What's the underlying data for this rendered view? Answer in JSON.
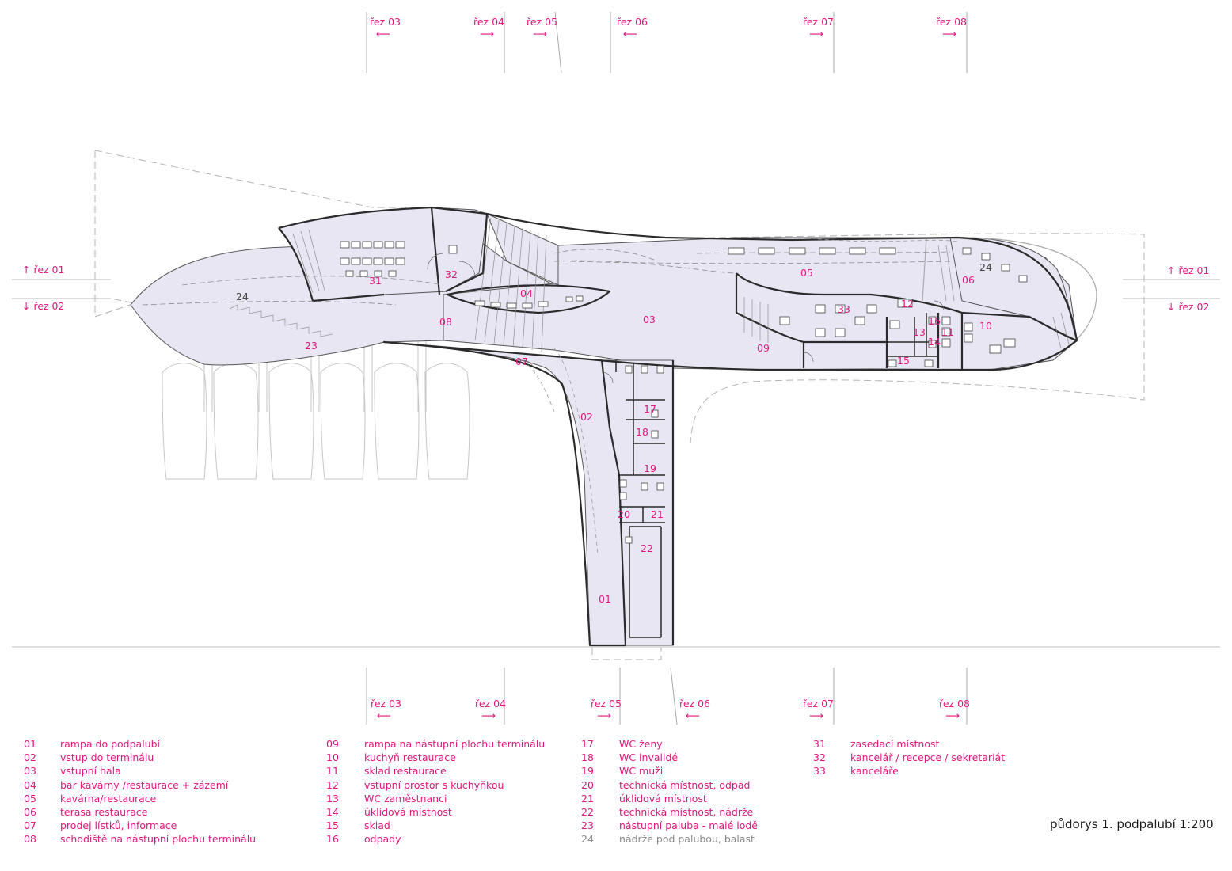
{
  "section_markers": [
    {
      "id": "rez01_left",
      "label": "řez 01",
      "arrow": "up"
    },
    {
      "id": "rez02_left",
      "label": "řez 02",
      "arrow": "down"
    },
    {
      "id": "rez01_right",
      "label": "řez 01",
      "arrow": "up"
    },
    {
      "id": "rez02_right",
      "label": "řez 02",
      "arrow": "down"
    },
    {
      "id": "rez03_top",
      "label": "řez 03",
      "arrow": "left"
    },
    {
      "id": "rez04_top",
      "label": "řez 04",
      "arrow": "right"
    },
    {
      "id": "rez05_top",
      "label": "řez 05",
      "arrow": "right"
    },
    {
      "id": "rez06_top",
      "label": "řez 06",
      "arrow": "left"
    },
    {
      "id": "rez07_top",
      "label": "řez 07",
      "arrow": "right"
    },
    {
      "id": "rez08_top",
      "label": "řez 08",
      "arrow": "right"
    },
    {
      "id": "rez03_bottom",
      "label": "řez 03",
      "arrow": "left"
    },
    {
      "id": "rez04_bottom",
      "label": "řez 04",
      "arrow": "right"
    },
    {
      "id": "rez05_bottom",
      "label": "řez 05",
      "arrow": "right"
    },
    {
      "id": "rez06_bottom",
      "label": "řez 06",
      "arrow": "left"
    },
    {
      "id": "rez07_bottom",
      "label": "řez 07",
      "arrow": "right"
    },
    {
      "id": "rez08_bottom",
      "label": "řez 08",
      "arrow": "right"
    }
  ],
  "room_labels": [
    "01",
    "02",
    "03",
    "04",
    "05",
    "06",
    "07",
    "08",
    "09",
    "10",
    "11",
    "12",
    "13",
    "14",
    "15",
    "16",
    "17",
    "18",
    "19",
    "20",
    "21",
    "22",
    "23",
    "24",
    "24",
    "31",
    "32",
    "33"
  ],
  "legend": [
    [
      {
        "num": "01",
        "text": "rampa do podpalubí"
      },
      {
        "num": "02",
        "text": "vstup do terminálu"
      },
      {
        "num": "03",
        "text": "vstupní hala"
      },
      {
        "num": "04",
        "text": "bar kavárny /restaurace + zázemí"
      },
      {
        "num": "05",
        "text": "kavárna/restaurace"
      },
      {
        "num": "06",
        "text": "terasa restaurace"
      },
      {
        "num": "07",
        "text": "prodej lístků, informace"
      },
      {
        "num": "08",
        "text": "schodiště na nástupní plochu terminálu"
      }
    ],
    [
      {
        "num": "09",
        "text": "rampa na nástupní plochu terminálu"
      },
      {
        "num": "10",
        "text": "kuchyň restaurace"
      },
      {
        "num": "11",
        "text": "sklad restaurace"
      },
      {
        "num": "12",
        "text": "vstupní prostor s kuchyňkou"
      },
      {
        "num": "13",
        "text": "WC zaměstnanci"
      },
      {
        "num": "14",
        "text": "úklidová místnost"
      },
      {
        "num": "15",
        "text": "sklad"
      },
      {
        "num": "16",
        "text": "odpady"
      }
    ],
    [
      {
        "num": "17",
        "text": "WC ženy"
      },
      {
        "num": "18",
        "text": "WC invalidé"
      },
      {
        "num": "19",
        "text": "WC muži"
      },
      {
        "num": "20",
        "text": "technická místnost, odpad"
      },
      {
        "num": "21",
        "text": "úklidová místnost"
      },
      {
        "num": "22",
        "text": "technická místnost, nádrže"
      },
      {
        "num": "23",
        "text": "nástupní paluba - malé lodě"
      },
      {
        "num": "24",
        "text": "nádrže pod palubou, balast",
        "muted": true
      }
    ],
    [
      {
        "num": "31",
        "text": "zasedací místnost"
      },
      {
        "num": "32",
        "text": "kancelář / recepce / sekretariát"
      },
      {
        "num": "33",
        "text": "kanceláře"
      }
    ]
  ],
  "caption": "půdorys 1. podpalubí 1:200",
  "colors": {
    "accent": "#e0177f",
    "floor_fill": "#e8e6f3",
    "wall": "#2b2b2b",
    "muted": "#8a8a8a"
  }
}
